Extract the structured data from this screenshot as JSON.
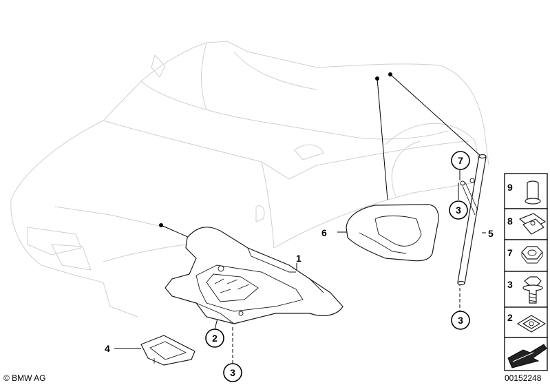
{
  "callouts": {
    "part_1": "1",
    "part_2": "2",
    "part_3_bottom": "3",
    "part_4": "4",
    "part_5": "5",
    "part_6": "6",
    "part_3_rod_bottom": "3",
    "part_3_rod_top": "3",
    "part_7": "7"
  },
  "legend": {
    "item_9": "9",
    "item_8": "8",
    "item_7": "7",
    "item_3": "3",
    "item_2": "2"
  },
  "footer": {
    "copyright": "© BMW AG",
    "diagram_number": "00152248"
  }
}
